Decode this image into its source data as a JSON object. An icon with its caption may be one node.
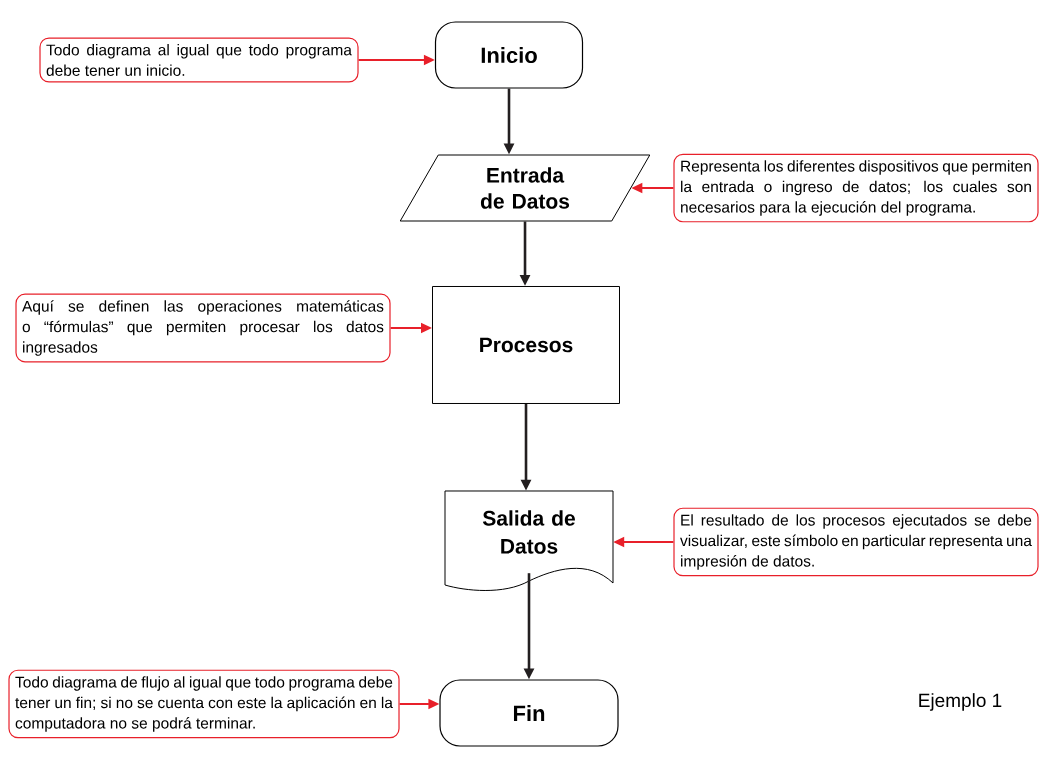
{
  "diagram": {
    "nodes": [
      {
        "text": [
          "Todo diagrama al igual que todo programa debe tener un inicio."
        ]
      },
      {
        "text": [
          "Inicio"
        ]
      },
      {
        "text": [
          "Representa los diferentes dispositivos que permiten la entrada o ingreso de datos; los cuales son necesarios para la ejecución del programa."
        ]
      },
      {
        "text": [
          "Entrada de Datos"
        ]
      },
      {
        "text": [
          "Aquí se definen las operaciones matemáticas o “fórmulas” que permiten procesar los datos ingresados"
        ]
      },
      {
        "text": [
          "Procesos"
        ]
      },
      {
        "text": [
          "Salida de Datos"
        ]
      },
      {
        "text": [
          "El resultado de los procesos ejecutados se debe visualizar, este símbolo en particular representa una impresión de datos."
        ]
      },
      {
        "text": [
          "Todo diagrama de flujo al igual que todo programa debe tener un fin; si no se cuenta con este la aplicación en la computadora no se podrá terminar."
        ]
      },
      {
        "text": [
          "Fin"
        ]
      }
    ],
    "edges": [
      {
        "from": 0,
        "to": 1,
        "arrow": "to",
        "color": "#e8202a"
      },
      {
        "from": 1,
        "to": 3,
        "arrow": "to",
        "color": "#231f20"
      },
      {
        "from": 2,
        "to": 3,
        "arrow": "to",
        "color": "#e8202a"
      },
      {
        "from": 3,
        "to": 5,
        "arrow": "to",
        "color": "#231f20"
      },
      {
        "from": 4,
        "to": 5,
        "arrow": "to",
        "color": "#e8202a"
      },
      {
        "from": 5,
        "to": 6,
        "arrow": "to",
        "color": "#231f20"
      },
      {
        "from": 7,
        "to": 6,
        "arrow": "to",
        "color": "#e8202a"
      },
      {
        "from": 6,
        "to": 9,
        "arrow": "to",
        "color": "#231f20"
      },
      {
        "from": 8,
        "to": 9,
        "arrow": "to",
        "color": "#e8202a"
      }
    ],
    "labels": [
      "Ejemplo 1"
    ]
  }
}
